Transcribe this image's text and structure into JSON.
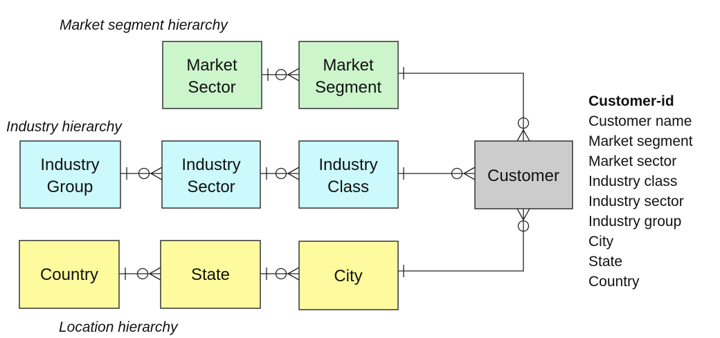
{
  "captions": {
    "market": "Market segment hierarchy",
    "industry": "Industry hierarchy",
    "location": "Location hierarchy"
  },
  "entities": {
    "market_sector": {
      "line1": "Market",
      "line2": "Sector"
    },
    "market_segment": {
      "line1": "Market",
      "line2": "Segment"
    },
    "industry_group": {
      "line1": "Industry",
      "line2": "Group"
    },
    "industry_sector": {
      "line1": "Industry",
      "line2": "Sector"
    },
    "industry_class": {
      "line1": "Industry",
      "line2": "Class"
    },
    "customer": {
      "label": "Customer"
    },
    "country": {
      "label": "Country"
    },
    "state": {
      "label": "State"
    },
    "city": {
      "label": "City"
    }
  },
  "colors": {
    "market": "#ccf5cc",
    "industry": "#ccf9fc",
    "location": "#fdfb9e",
    "customer": "#cccccc"
  },
  "attributes": {
    "key": "Customer-id",
    "items": [
      "Customer name",
      "Market segment",
      "Market sector",
      "Industry class",
      "Industry sector",
      "Industry group",
      "City",
      "State",
      "Country"
    ]
  }
}
